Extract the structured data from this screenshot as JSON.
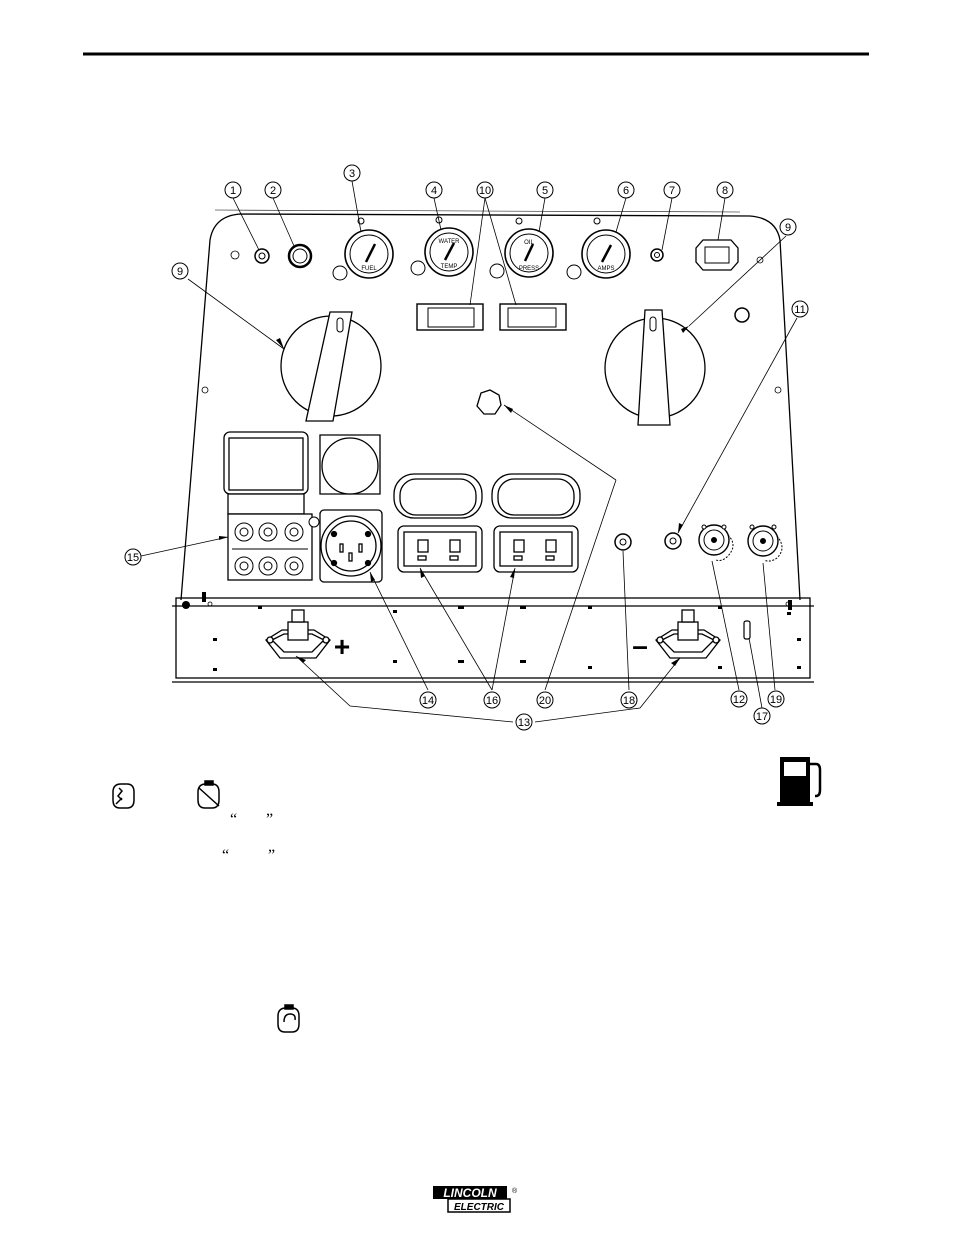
{
  "diagram": {
    "callouts": [
      "1",
      "2",
      "3",
      "4",
      "10",
      "5",
      "6",
      "7",
      "8",
      "9",
      "9",
      "11",
      "15",
      "14",
      "16",
      "20",
      "18",
      "12",
      "19",
      "17",
      "13"
    ],
    "gauges": {
      "fuel": [
        "FUEL"
      ],
      "water_temp": [
        "WATER",
        "TEMP"
      ],
      "oil_press": [
        "OIL",
        "PRESS"
      ],
      "amps": [
        "AMPS"
      ]
    },
    "stud_signs": {
      "positive": "+",
      "negative": "–"
    }
  },
  "text": {
    "quote_open": "“",
    "quote_close": "”"
  },
  "footer": {
    "logo_top": "LINCOLN",
    "logo_bottom": "ELECTRIC",
    "logo_mark": "®"
  }
}
